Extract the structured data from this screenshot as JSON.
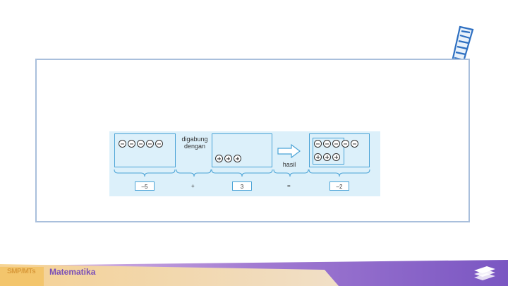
{
  "figure": {
    "label_combine": "digabung\ndengan",
    "label_result": "hasil",
    "values": {
      "first": "–5",
      "plus": "+",
      "second": "3",
      "equals": "=",
      "result": "–2"
    },
    "first_box_tokens": [
      "negative",
      "negative",
      "negative",
      "negative",
      "negative"
    ],
    "second_box_tokens": [
      "positive",
      "positive",
      "positive"
    ],
    "result_box_paired_negative": 3,
    "result_box_paired_positive": 3,
    "result_box_unpaired_negative": 2
  },
  "footer": {
    "level": "SMP/MTs",
    "subject": "Matematika"
  },
  "colors": {
    "frame": "#a9bfdc",
    "figure_bg": "#dcf0fa",
    "accent_blue": "#4aa3d6",
    "footer_purple": "#7a4fb8",
    "footer_orange": "#d99a3b"
  }
}
